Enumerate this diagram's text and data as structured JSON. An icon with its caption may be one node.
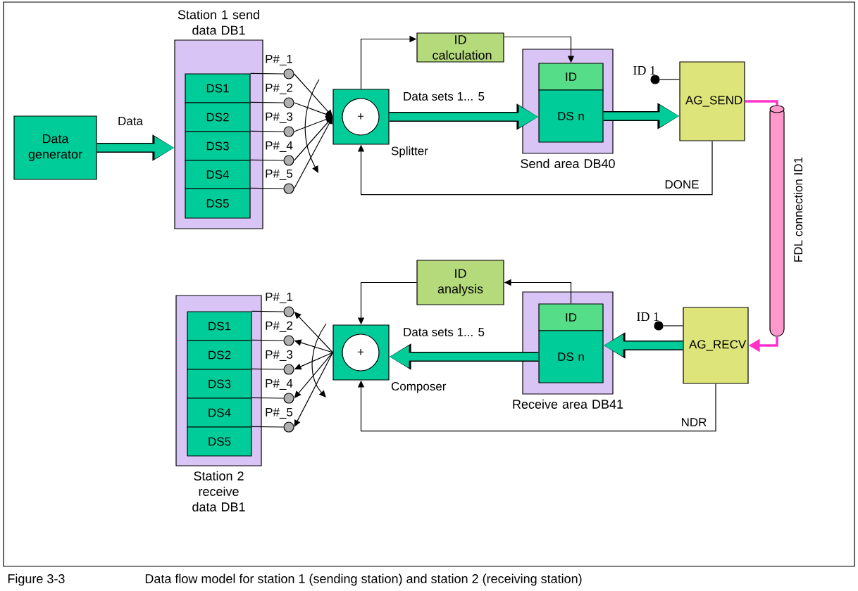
{
  "diagram": {
    "caption": "Data flow model for station 1 (sending station) and station 2 (receiving station)",
    "nodes": [
      {
        "text": [
          "Data generator"
        ]
      },
      {
        "text": [
          "Station 1 send data DB1"
        ]
      },
      {
        "text": [
          "DS1"
        ],
        "in": 1
      },
      {
        "text": [
          "DS2"
        ],
        "in": 1
      },
      {
        "text": [
          "DS3"
        ],
        "in": 1
      },
      {
        "text": [
          "DS4"
        ],
        "in": 1
      },
      {
        "text": [
          "DS5"
        ],
        "in": 1
      },
      {
        "text": [],
        "shape": "circle",
        "beside": [
          "P#_1"
        ]
      },
      {
        "text": [],
        "shape": "circle",
        "beside": [
          "P#_2"
        ]
      },
      {
        "text": [],
        "shape": "circle",
        "beside": [
          "P#_3"
        ]
      },
      {
        "text": [],
        "shape": "circle",
        "beside": [
          "P#_4"
        ]
      },
      {
        "text": [],
        "shape": "circle",
        "beside": [
          "P#_5"
        ]
      },
      {
        "text": [],
        "shape": "box",
        "beside": [
          "Splitter"
        ]
      },
      {
        "text": [
          "+"
        ],
        "in": 12
      },
      {
        "text": [
          "ID calculation"
        ]
      },
      {
        "text": [
          "Send area DB40"
        ]
      },
      {
        "text": [
          "ID"
        ],
        "in": 15
      },
      {
        "text": [
          "DS n"
        ],
        "in": 15
      },
      {
        "text": [
          "AG_SEND"
        ]
      },
      {
        "text": [],
        "shape": "circle",
        "beside": [
          "ID 1"
        ]
      },
      {
        "text": [],
        "shape": "cylinder",
        "beside": [
          "FDL connection ID1"
        ]
      },
      {
        "text": [
          "AG_RECV"
        ]
      },
      {
        "text": [],
        "shape": "circle",
        "beside": [
          "ID 1"
        ]
      },
      {
        "text": [
          "Receive area DB41"
        ]
      },
      {
        "text": [
          "ID"
        ],
        "in": 23
      },
      {
        "text": [
          "DS n"
        ],
        "in": 23
      },
      {
        "text": [
          "ID analysis"
        ]
      },
      {
        "text": [],
        "shape": "box",
        "beside": [
          "Composer"
        ]
      },
      {
        "text": [
          "+"
        ],
        "in": 27
      },
      {
        "text": [
          "Station 2 receive data DB1"
        ]
      },
      {
        "text": [
          "DS1"
        ],
        "in": 29
      },
      {
        "text": [
          "DS2"
        ],
        "in": 29
      },
      {
        "text": [
          "DS3"
        ],
        "in": 29
      },
      {
        "text": [
          "DS4"
        ],
        "in": 29
      },
      {
        "text": [
          "DS5"
        ],
        "in": 29
      },
      {
        "text": [],
        "shape": "circle",
        "beside": [
          "P#_1"
        ]
      },
      {
        "text": [],
        "shape": "circle",
        "beside": [
          "P#_2"
        ]
      },
      {
        "text": [],
        "shape": "circle",
        "beside": [
          "P#_3"
        ]
      },
      {
        "text": [],
        "shape": "circle",
        "beside": [
          "P#_4"
        ]
      },
      {
        "text": [],
        "shape": "circle",
        "beside": [
          "P#_5"
        ]
      }
    ],
    "edges": [
      {
        "from": 0,
        "to": 1,
        "arrow": "to",
        "label": "Data",
        "style": "thick",
        "color": "#00cc99"
      },
      {
        "from": 2,
        "to": 7,
        "arrow": "none"
      },
      {
        "from": 3,
        "to": 8,
        "arrow": "none"
      },
      {
        "from": 4,
        "to": 9,
        "arrow": "none"
      },
      {
        "from": 5,
        "to": 10,
        "arrow": "none"
      },
      {
        "from": 6,
        "to": 11,
        "arrow": "none"
      },
      {
        "from": 7,
        "to": 12,
        "arrow": "to"
      },
      {
        "from": 8,
        "to": 12,
        "arrow": "to"
      },
      {
        "from": 9,
        "to": 12,
        "arrow": "to"
      },
      {
        "from": 10,
        "to": 12,
        "arrow": "to"
      },
      {
        "from": 11,
        "to": 12,
        "arrow": "to"
      },
      {
        "from": 12,
        "to": 14,
        "arrow": "to"
      },
      {
        "from": 14,
        "to": 16,
        "arrow": "to"
      },
      {
        "from": 12,
        "to": 17,
        "arrow": "to",
        "label": "Data sets 1... 5",
        "style": "thick",
        "color": "#00cc99"
      },
      {
        "from": 17,
        "to": 18,
        "arrow": "to",
        "style": "thick",
        "color": "#00cc99"
      },
      {
        "from": 19,
        "to": 18,
        "arrow": "none"
      },
      {
        "from": 18,
        "to": 12,
        "arrow": "to",
        "label": "DONE"
      },
      {
        "from": 18,
        "to": 20,
        "arrow": "none",
        "style": "thick",
        "color": "#ff33cc"
      },
      {
        "from": 20,
        "to": 21,
        "arrow": "to",
        "style": "thick",
        "color": "#ff33cc"
      },
      {
        "from": 22,
        "to": 21,
        "arrow": "none"
      },
      {
        "from": 21,
        "to": 25,
        "arrow": "to",
        "style": "thick",
        "color": "#00cc99"
      },
      {
        "from": 24,
        "to": 26,
        "arrow": "to"
      },
      {
        "from": 26,
        "to": 27,
        "arrow": "to"
      },
      {
        "from": 25,
        "to": 27,
        "arrow": "to",
        "label": "Data sets 1... 5",
        "style": "thick",
        "color": "#00cc99"
      },
      {
        "from": 21,
        "to": 27,
        "arrow": "to",
        "label": "NDR"
      },
      {
        "from": 27,
        "to": 35,
        "arrow": "to"
      },
      {
        "from": 27,
        "to": 36,
        "arrow": "to"
      },
      {
        "from": 27,
        "to": 37,
        "arrow": "to"
      },
      {
        "from": 27,
        "to": 38,
        "arrow": "to"
      },
      {
        "from": 27,
        "to": 39,
        "arrow": "to"
      },
      {
        "from": 30,
        "to": 35,
        "arrow": "none"
      },
      {
        "from": 31,
        "to": 36,
        "arrow": "none"
      },
      {
        "from": 32,
        "to": 37,
        "arrow": "none"
      },
      {
        "from": 33,
        "to": 38,
        "arrow": "none"
      },
      {
        "from": 34,
        "to": 39,
        "arrow": "none"
      }
    ],
    "labels": [
      "Figure 3-3"
    ]
  }
}
